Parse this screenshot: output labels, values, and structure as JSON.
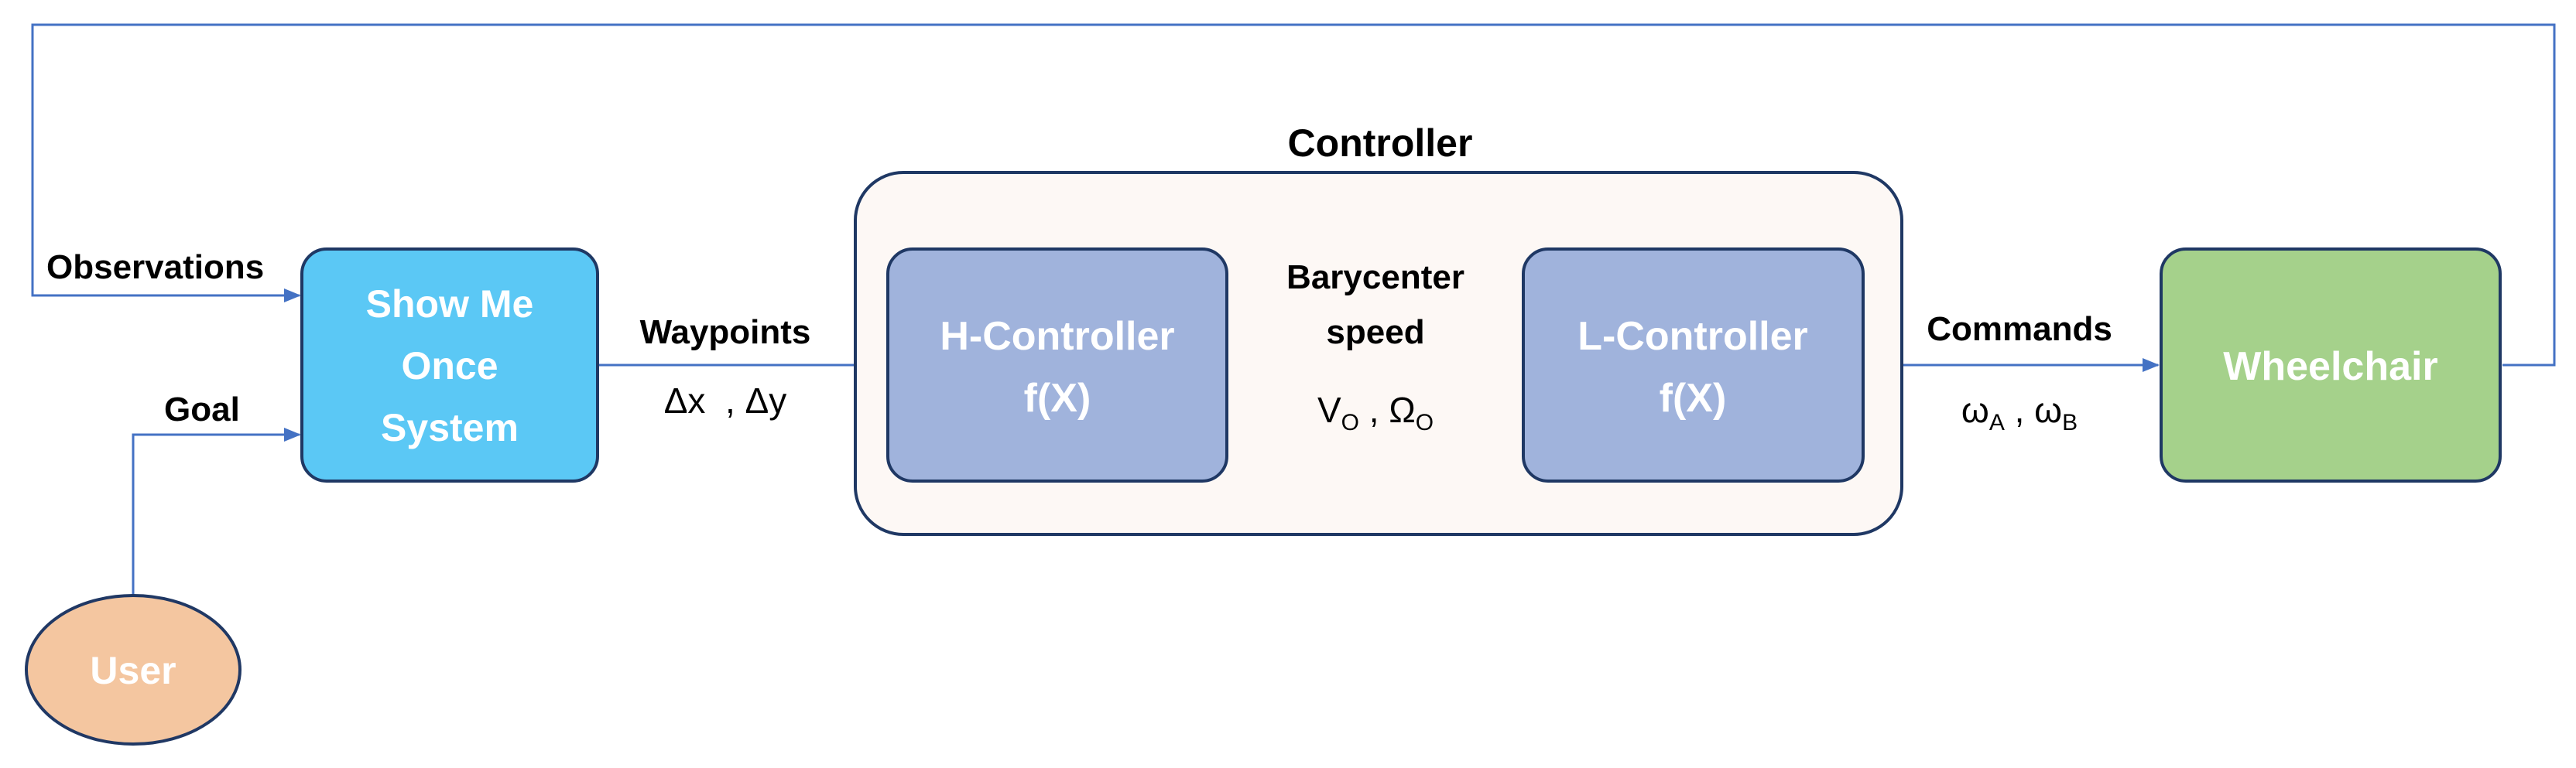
{
  "colors": {
    "line": "#4472c4",
    "box_border": "#1f3864",
    "show_me_once_fill": "#5bc8f5",
    "controller_fill": "#fdf8f5",
    "inner_controller_fill": "#a0b3dc",
    "wheelchair_fill": "#a5d18b",
    "user_fill": "#f4c6a0",
    "user_border": "#203864"
  },
  "nodes": {
    "user": "User",
    "show_me_once": [
      "Show Me",
      "Once",
      "System"
    ],
    "controller_title": "Controller",
    "h_controller": [
      "H-Controller",
      "f(X)"
    ],
    "l_controller": [
      "L-Controller",
      "f(X)"
    ],
    "wheelchair": "Wheelchair"
  },
  "edges": {
    "observations": "Observations",
    "goal": "Goal",
    "waypoints": {
      "label": "Waypoints",
      "values": "Δx  , Δy"
    },
    "barycenter": {
      "label_line1": "Barycenter",
      "label_line2": "speed",
      "v_symbol": "V",
      "v_sub": "O",
      "separator": " , ",
      "omega_symbol": "Ω",
      "omega_sub": "O"
    },
    "commands": {
      "label": "Commands",
      "w1_symbol": "ω",
      "w1_sub": "A",
      "separator": " , ",
      "w2_symbol": "ω",
      "w2_sub": "B"
    }
  }
}
